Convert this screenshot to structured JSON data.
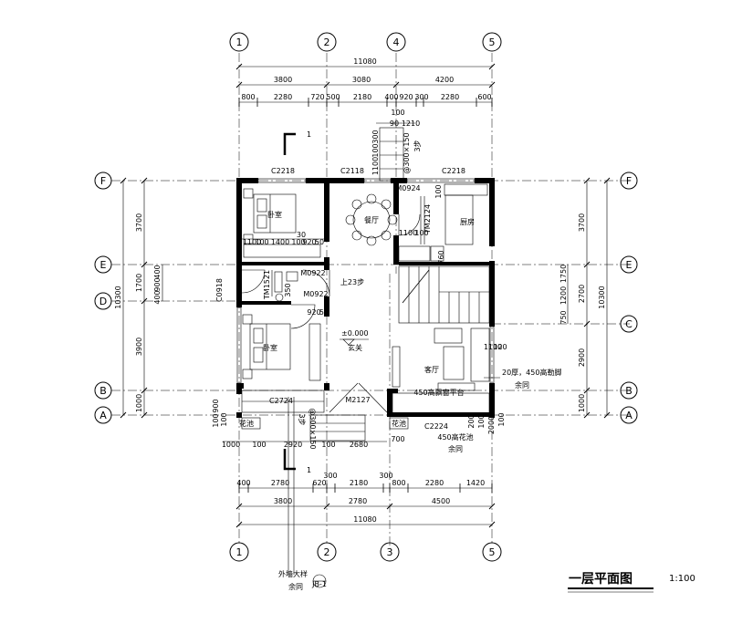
{
  "drawing": {
    "title": "一层平面图",
    "scale": "1:100"
  },
  "axes": {
    "top": [
      "1",
      "2",
      "4",
      "5"
    ],
    "bottom": [
      "1",
      "2",
      "3",
      "5"
    ],
    "left": [
      "F",
      "E",
      "D",
      "B",
      "A"
    ],
    "right": [
      "F",
      "E",
      "C",
      "B",
      "A"
    ]
  },
  "dims": {
    "top_total": "11080",
    "top_main": [
      "3800",
      "3080",
      "4200"
    ],
    "top_sub": [
      "800",
      "2280",
      "720",
      "500",
      "2180",
      "400",
      "920",
      "300",
      "2280",
      "600"
    ],
    "top_stair": [
      "100",
      "90",
      "1210",
      "300",
      "100",
      "1100"
    ],
    "bottom_sub": [
      "400",
      "2780",
      "620",
      "300",
      "2180",
      "300",
      "800",
      "2280",
      "1420"
    ],
    "bottom_main": [
      "3800",
      "2780",
      "4500"
    ],
    "bottom_total": "11080",
    "left_main": [
      "3700",
      "1700",
      "3900",
      "1000"
    ],
    "left_total": "10300",
    "left_sub": [
      "400",
      "900",
      "400"
    ],
    "right_main": [
      "3700",
      "2700",
      "2900",
      "1000"
    ],
    "right_total": "10300",
    "right_sub": [
      "1750",
      "1200",
      "750"
    ],
    "inner": [
      "1100",
      "100",
      "1400",
      "100",
      "920",
      "50",
      "30",
      "100",
      "1100",
      "100",
      "760",
      "350",
      "920",
      "50",
      "100",
      "900",
      "100",
      "1000",
      "100",
      "2920",
      "100",
      "2680",
      "700",
      "200",
      "100",
      "2000",
      "100",
      "1100",
      "120"
    ]
  },
  "labels": {
    "windows": [
      "C2218",
      "C2118",
      "C2218",
      "C2724",
      "C2224",
      "C0918"
    ],
    "doors": [
      "M0924",
      "M0922",
      "M0922",
      "M2127",
      "TM2124",
      "TM1521"
    ],
    "rooms": {
      "bedroom1": "卧室",
      "dining": "餐厅",
      "kitchen": "厨房",
      "bedroom2": "卧室",
      "entry": "玄关",
      "living": "客厅"
    },
    "stair_up": "上23步",
    "elevation": "±0.000",
    "step_top": "@300×150",
    "step_count_top": "3步",
    "step_bottom": "@300×150",
    "step_count_bottom": "3步",
    "flower_left": "花池",
    "flower_right": "花池",
    "sill_high": "450高飘窗平台",
    "flower_box": "450高花池",
    "flower_box_note": "余同",
    "plinth": "20厚，450高勒脚",
    "plinth_note": "余同",
    "section_top": "1",
    "section_bottom": "1",
    "ext_wall": "外墙大样",
    "ext_wall_note": "余同",
    "ext_wall_sym": "JB-1"
  }
}
